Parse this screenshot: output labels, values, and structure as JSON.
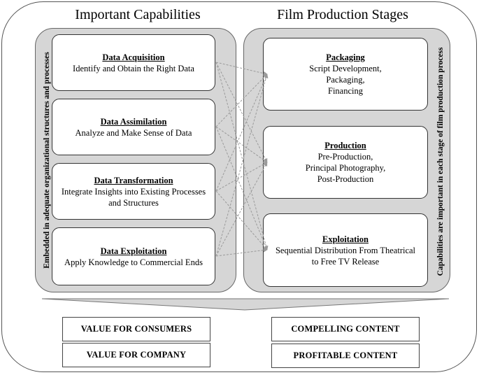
{
  "titles": {
    "left": "Important Capabilities",
    "right": "Film Production Stages"
  },
  "side_labels": {
    "left": "Embedded in adequate organizational structures and processes",
    "right": "Capabilities are important in each stage of film production process"
  },
  "capabilities": [
    {
      "title": "Data Acquisition",
      "desc": [
        "Identify and Obtain the Right Data"
      ]
    },
    {
      "title": "Data Assimilation",
      "desc": [
        "Analyze and Make Sense of Data"
      ]
    },
    {
      "title": "Data Transformation",
      "desc": [
        "Integrate Insights into Existing Processes",
        "and Structures"
      ]
    },
    {
      "title": "Data Exploitation",
      "desc": [
        "Apply Knowledge to Commercial Ends"
      ]
    }
  ],
  "stages": [
    {
      "title": "Packaging",
      "desc": [
        "Script Development,",
        "Packaging,",
        "Financing"
      ]
    },
    {
      "title": "Production",
      "desc": [
        "Pre-Production,",
        "Principal Photography,",
        "Post-Production"
      ]
    },
    {
      "title": "Exploitation",
      "desc": [
        "Sequential Distribution From Theatrical",
        "to Free TV Release"
      ]
    }
  ],
  "outcomes": {
    "left": [
      "VALUE FOR CONSUMERS",
      "VALUE FOR COMPANY"
    ],
    "right": [
      "COMPELLING CONTENT",
      "PROFITABLE CONTENT"
    ]
  },
  "colors": {
    "panel": "#d6d6d6",
    "arrow": "#9a9a9a",
    "border": "#333333"
  }
}
